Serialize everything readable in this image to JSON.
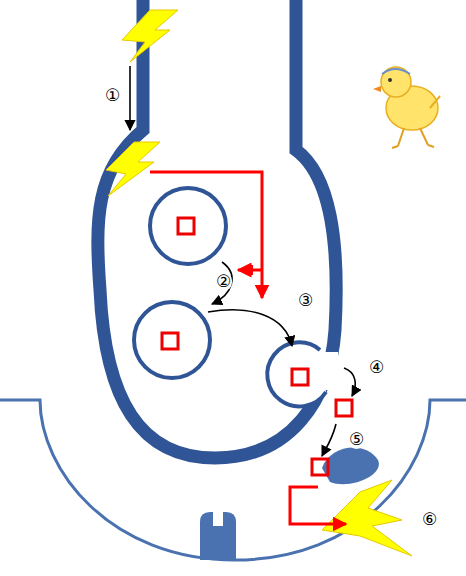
{
  "diagram": {
    "labels": [
      "①",
      "②",
      "③",
      "④",
      "⑤",
      "⑥"
    ]
  }
}
